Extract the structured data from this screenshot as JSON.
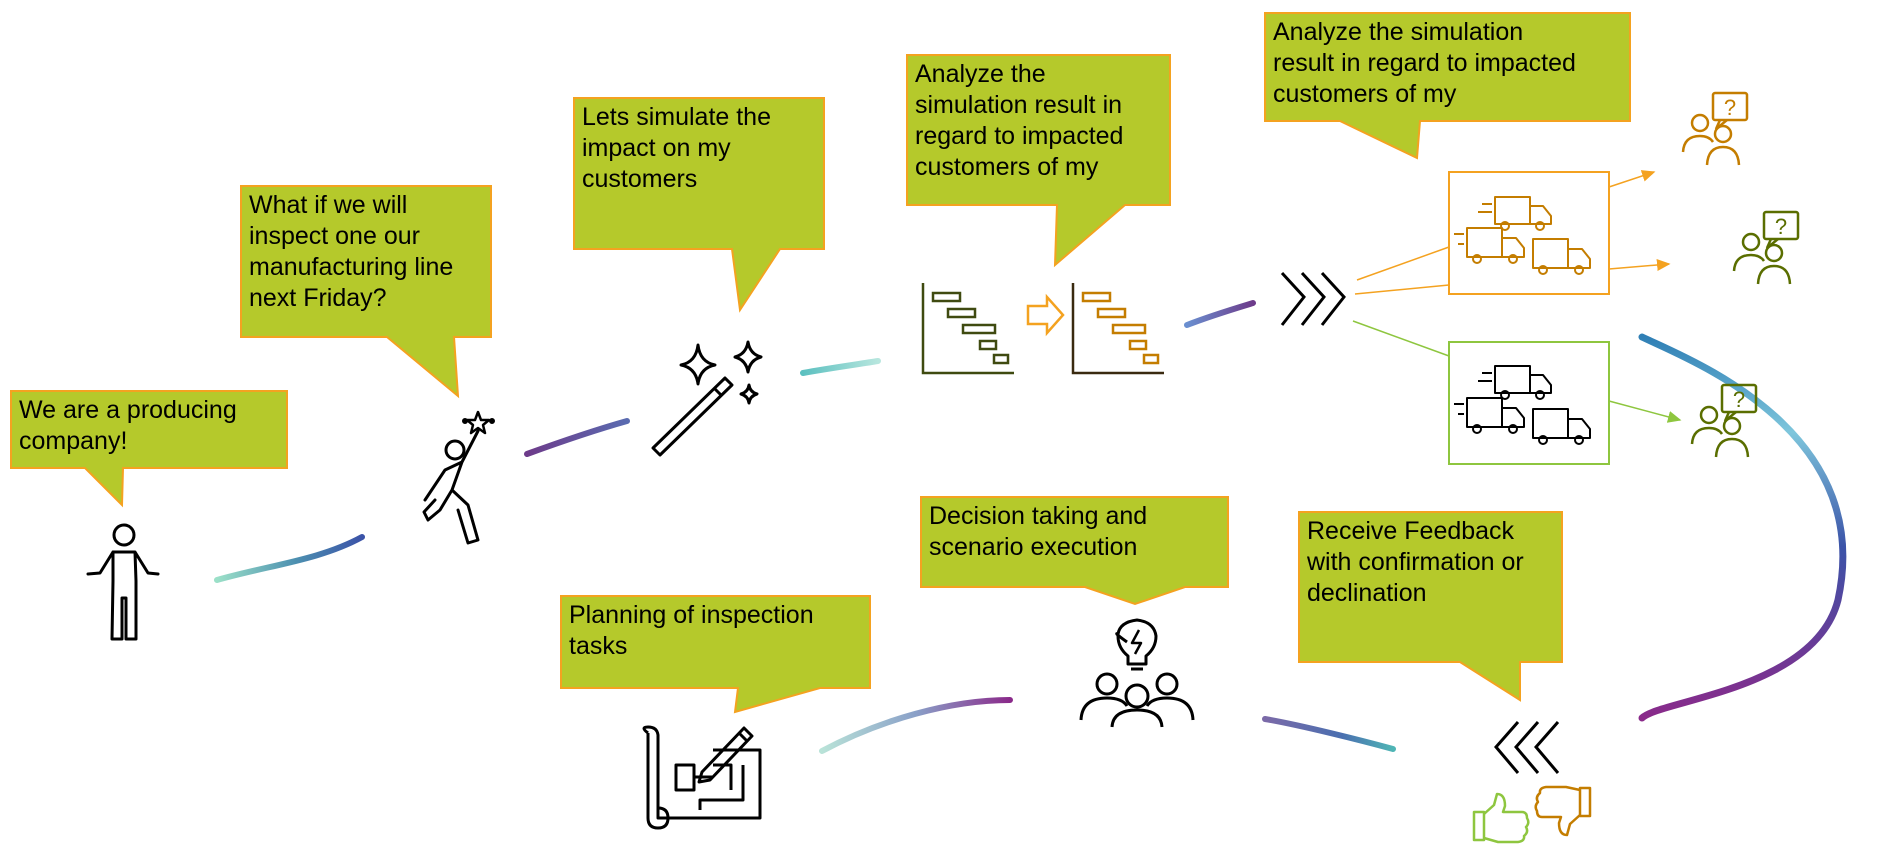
{
  "colors": {
    "bubble_fill": "#b5c92b",
    "bubble_border": "#f4a220",
    "orange": "#f4a220",
    "brown": "#c47d00",
    "olive": "#5a6e00",
    "green": "#8ec63f",
    "icon": "#000000"
  },
  "bubbles": [
    {
      "id": "b1",
      "text": "We are a producing\ncompany!"
    },
    {
      "id": "b2",
      "text": "What if we will\ninspect one our\nmanufacturing line\nnext Friday?"
    },
    {
      "id": "b3",
      "text": "Lets simulate the\nimpact on my\ncustomers"
    },
    {
      "id": "b4",
      "text": "Analyze the\nsimulation result in\nregard to impacted\ncustomers of my"
    },
    {
      "id": "b5",
      "text": "Analyze the simulation\nresult in regard to impacted\ncustomers of my"
    },
    {
      "id": "b6",
      "text": "Decision taking and\nscenario execution"
    },
    {
      "id": "b7",
      "text": "Receive Feedback\nwith confirmation or\ndeclination"
    },
    {
      "id": "b8",
      "text": "Planning of inspection\ntasks"
    }
  ],
  "customer_badges": [
    "?",
    "?",
    "?"
  ],
  "icons": [
    "person-shrug-icon",
    "person-reaching-star-icon",
    "magic-wand-icon",
    "gantt-chart-icon",
    "gantt-chart-orange-icon",
    "forward-chevrons-icon",
    "trucks-orange-icon",
    "trucks-black-icon",
    "customer-question-icon",
    "team-idea-icon",
    "back-chevrons-icon",
    "thumbs-up-icon",
    "thumbs-down-icon",
    "blueprint-pencil-icon"
  ]
}
